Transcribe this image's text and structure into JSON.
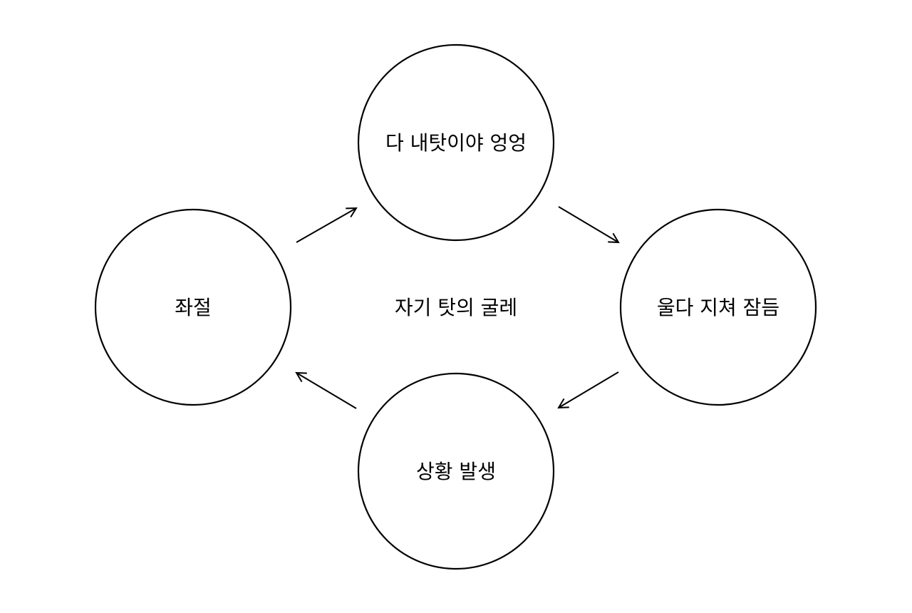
{
  "diagram": {
    "center_label": "자기 탓의 굴레",
    "nodes": [
      {
        "id": "top",
        "label": "다 내탓이야 엉엉"
      },
      {
        "id": "right",
        "label": "울다 지쳐 잠듬"
      },
      {
        "id": "bottom",
        "label": "상황 발생"
      },
      {
        "id": "left",
        "label": "좌절"
      }
    ],
    "cycle": [
      "top",
      "right",
      "bottom",
      "left"
    ]
  }
}
